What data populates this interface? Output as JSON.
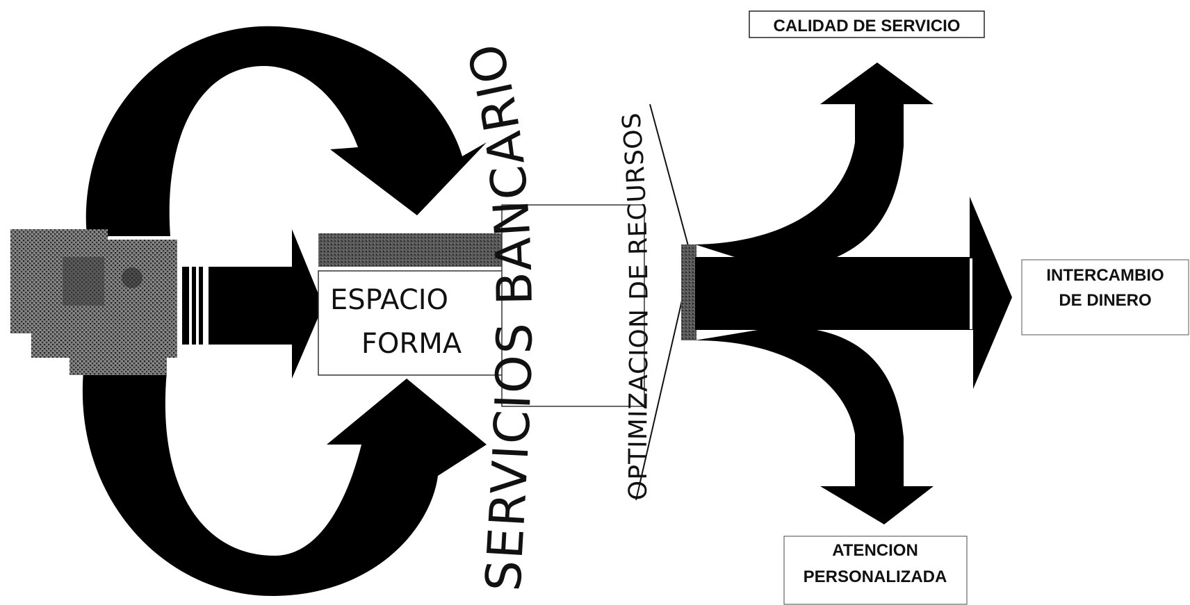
{
  "diagram": {
    "center_box_text": [
      "ESPACIO",
      "FORMA"
    ],
    "arc_text_main": "SERVICIOS BANCARIOS",
    "arc_text_secondary": "OPTIMIZACION DE RECURSOS",
    "outputs": {
      "top": "CALIDAD DE SERVICIO",
      "right": [
        "INTERCAMBIO",
        "DE DINERO"
      ],
      "bottom": [
        "ATENCION",
        "PERSONALIZADA"
      ]
    },
    "colors": {
      "ink": "#000000",
      "paper": "#ffffff",
      "stipple": "#5a5a5a"
    }
  }
}
